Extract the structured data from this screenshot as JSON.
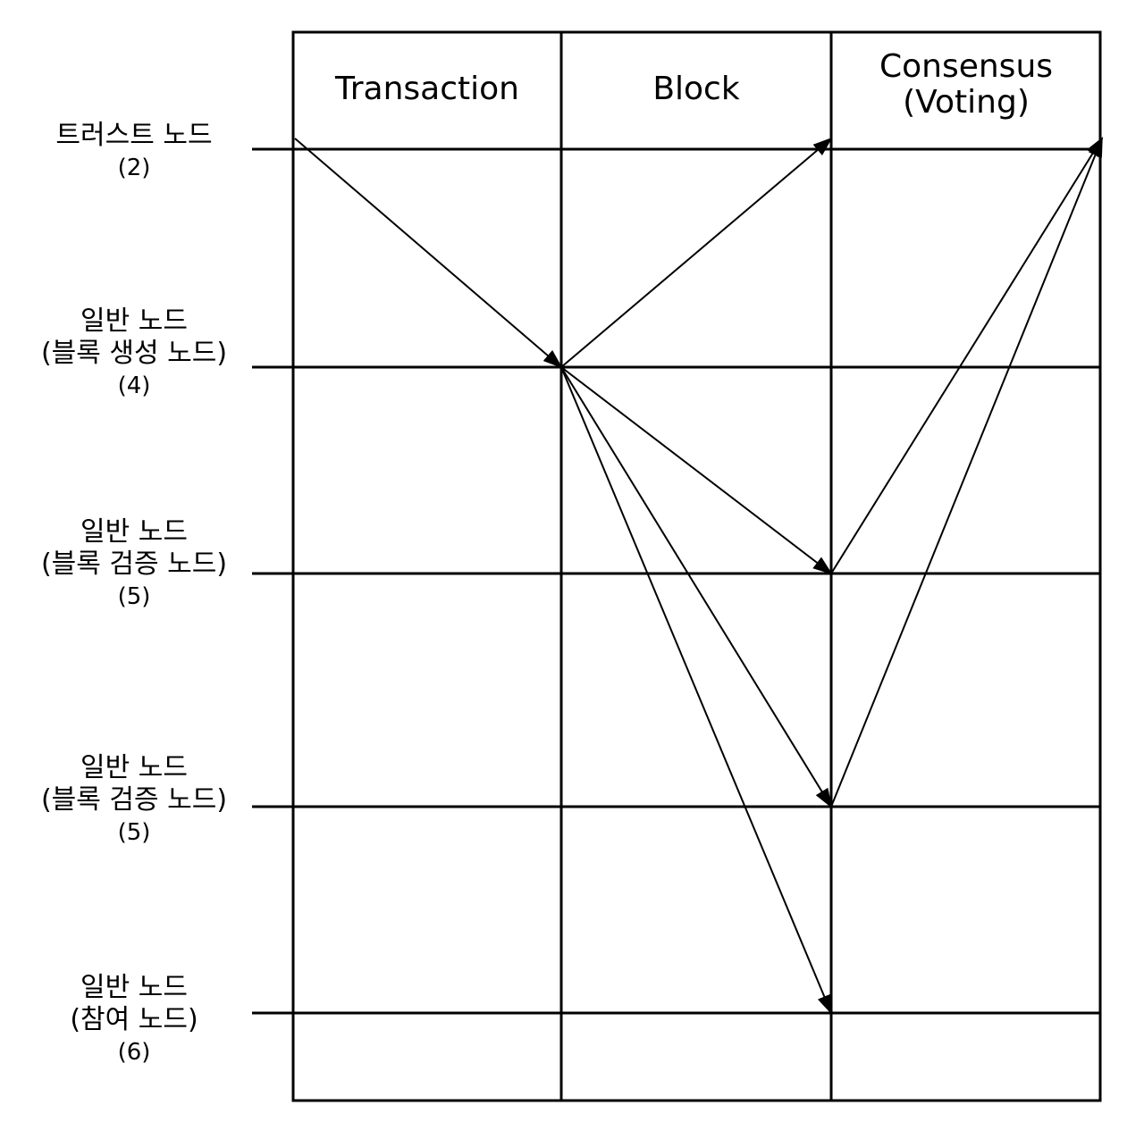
{
  "columns": [
    {
      "label": "Transaction"
    },
    {
      "label": "Block"
    },
    {
      "label": "Consensus\n(Voting)"
    }
  ],
  "nodes": [
    {
      "line1": "트러스트 노드",
      "line2": "",
      "index": "(2)"
    },
    {
      "line1": "일반 노드",
      "line2": "(블록 생성 노드)",
      "index": "(4)"
    },
    {
      "line1": "일반 노드",
      "line2": "(블록 검증 노드)",
      "index": "(5)"
    },
    {
      "line1": "일반 노드",
      "line2": "(블록 검증 노드)",
      "index": "(5)"
    },
    {
      "line1": "일반 노드",
      "line2": "(참여 노드)",
      "index": "(6)"
    }
  ],
  "arrows": [
    {
      "from_node": 0,
      "from_col": 0,
      "to_node": 1,
      "to_col": 1
    },
    {
      "from_node": 1,
      "from_col": 1,
      "to_node": 0,
      "to_col": 2
    },
    {
      "from_node": 1,
      "from_col": 1,
      "to_node": 2,
      "to_col": 2
    },
    {
      "from_node": 1,
      "from_col": 1,
      "to_node": 3,
      "to_col": 2
    },
    {
      "from_node": 1,
      "from_col": 1,
      "to_node": 4,
      "to_col": 2
    },
    {
      "from_node": 2,
      "from_col": 2,
      "to_node": 0,
      "to_col": 3
    },
    {
      "from_node": 3,
      "from_col": 2,
      "to_node": 0,
      "to_col": 3
    }
  ]
}
